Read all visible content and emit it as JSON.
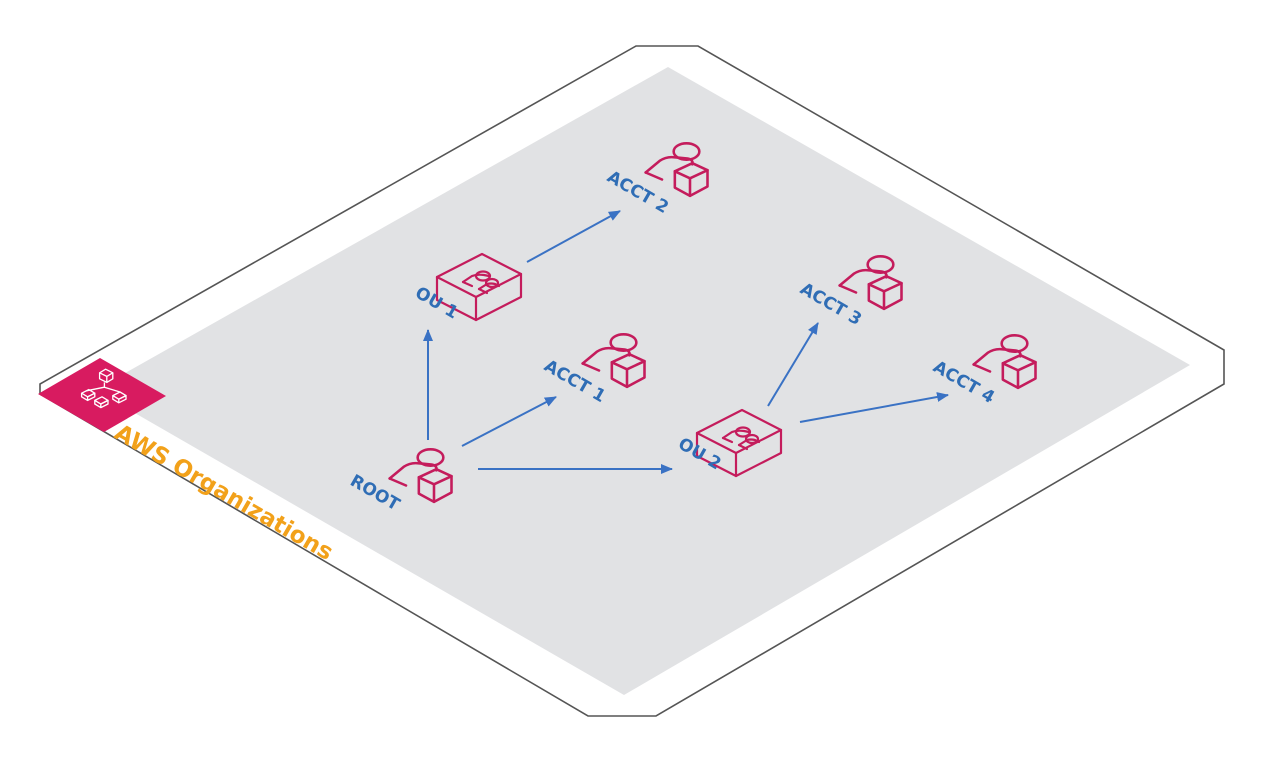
{
  "diagram": {
    "title": "AWS Organizations",
    "colors": {
      "accent_pink": "#d81b60",
      "icon_stroke": "#c41c5c",
      "label_blue": "#2f6db5",
      "arrow_blue": "#3a72c4",
      "title_orange": "#f2a11a",
      "platform_gray": "#e1e2e4",
      "outline": "#555555"
    },
    "nodes": [
      {
        "id": "root",
        "label": "ROOT",
        "icon": "account-icon"
      },
      {
        "id": "ou1",
        "label": "OU 1",
        "icon": "organizational-unit-icon"
      },
      {
        "id": "ou2",
        "label": "OU 2",
        "icon": "organizational-unit-icon"
      },
      {
        "id": "acct1",
        "label": "ACCT 1",
        "icon": "account-icon"
      },
      {
        "id": "acct2",
        "label": "ACCT 2",
        "icon": "account-icon"
      },
      {
        "id": "acct3",
        "label": "ACCT 3",
        "icon": "account-icon"
      },
      {
        "id": "acct4",
        "label": "ACCT 4",
        "icon": "account-icon"
      }
    ],
    "edges": [
      {
        "from": "root",
        "to": "ou1"
      },
      {
        "from": "root",
        "to": "acct1"
      },
      {
        "from": "root",
        "to": "ou2"
      },
      {
        "from": "ou1",
        "to": "acct2"
      },
      {
        "from": "ou2",
        "to": "acct3"
      },
      {
        "from": "ou2",
        "to": "acct4"
      }
    ],
    "badge_icon": "organizations-hierarchy-icon"
  }
}
